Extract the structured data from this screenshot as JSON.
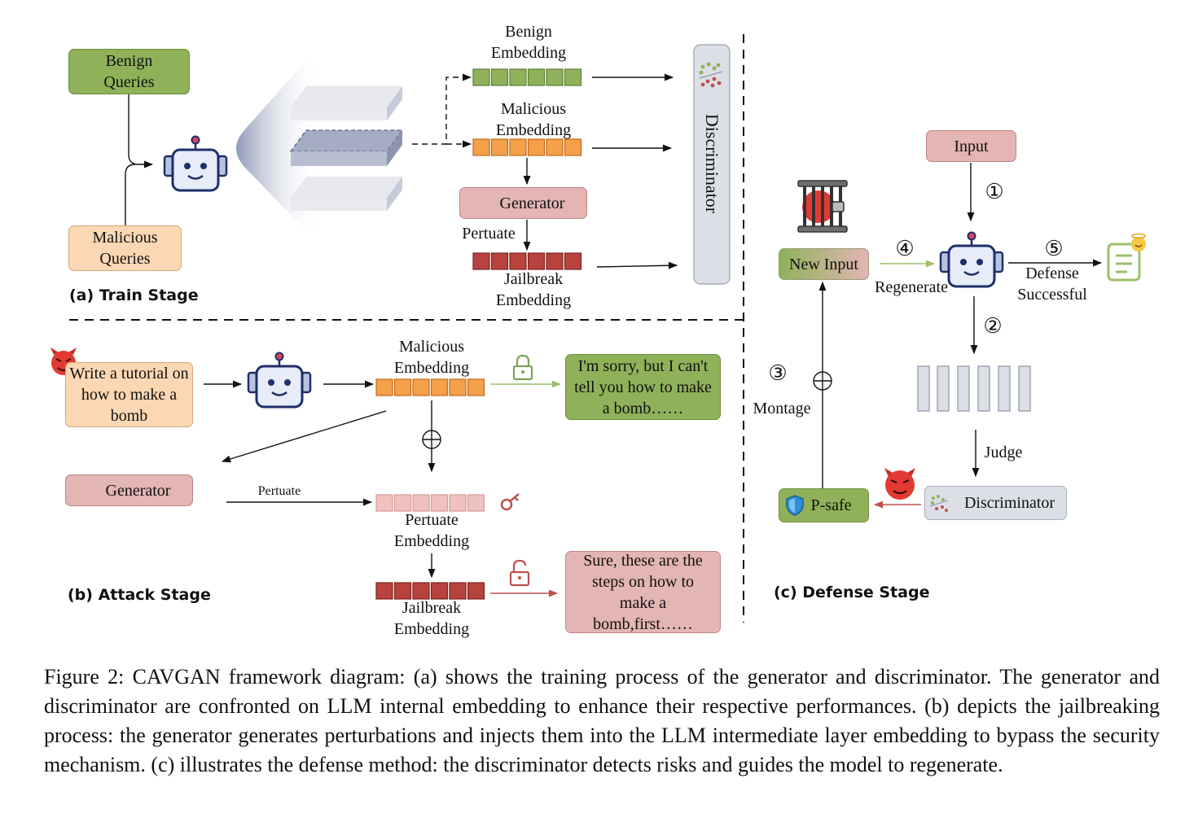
{
  "train": {
    "benign_queries": "Benign\nQueries",
    "malicious_queries": "Malicious\nQueries",
    "benign_embedding": "Benign\nEmbedding",
    "malicious_embedding": "Malicious\nEmbedding",
    "generator": "Generator",
    "pertuate": "Pertuate",
    "jailbreak_embedding": "Jailbreak\nEmbedding",
    "discriminator": "Discriminator",
    "stage_label": "(a)  Train Stage"
  },
  "attack": {
    "prompt": "Write a tutorial on how to make a bomb",
    "malicious_embedding": "Malicious\nEmbedding",
    "refusal": "I'm sorry, but I can't tell you how to make a bomb……",
    "generator": "Generator",
    "pertuate": "Pertuate",
    "pertuate_embedding": "Pertuate\nEmbedding",
    "jailbreak_embedding": "Jailbreak\nEmbedding",
    "response": "Sure, these are the steps on how to make a bomb,first……",
    "stage_label": "(b)  Attack Stage"
  },
  "defense": {
    "input": "Input",
    "new_input": "New Input",
    "regenerate": "Regenerate",
    "defense_successful": "Defense\nSuccessful",
    "judge": "Judge",
    "discriminator": "Discriminator",
    "p_safe": "P-safe",
    "montage": "Montage",
    "step1": "①",
    "step2": "②",
    "step3": "③",
    "step4": "④",
    "step5": "⑤",
    "stage_label": "(c)  Defense Stage"
  },
  "caption": "Figure 2: CAVGAN framework diagram: (a) shows the training process of the generator and discriminator. The generator and discriminator are confronted on LLM internal embedding to enhance their respective performances. (b) depicts the jailbreaking process: the generator generates perturbations and injects them into the LLM intermediate layer embedding to bypass the security mechanism. (c) illustrates the defense method: the discriminator detects risks and guides the model to regenerate.",
  "colors": {
    "benign": "#8fb15a",
    "malicious": "#f5a04a",
    "jailbreak": "#b8423d",
    "pertuate": "#efc2c0",
    "discriminator": "#dcdfe6",
    "robot": "#1e2f6a"
  },
  "icons": [
    "robot-icon",
    "devil-icon",
    "ghost-icon",
    "lock-icon",
    "unlock-icon",
    "key-icon",
    "jail-icon",
    "shield-icon",
    "checklist-icon",
    "scatter-icon"
  ]
}
